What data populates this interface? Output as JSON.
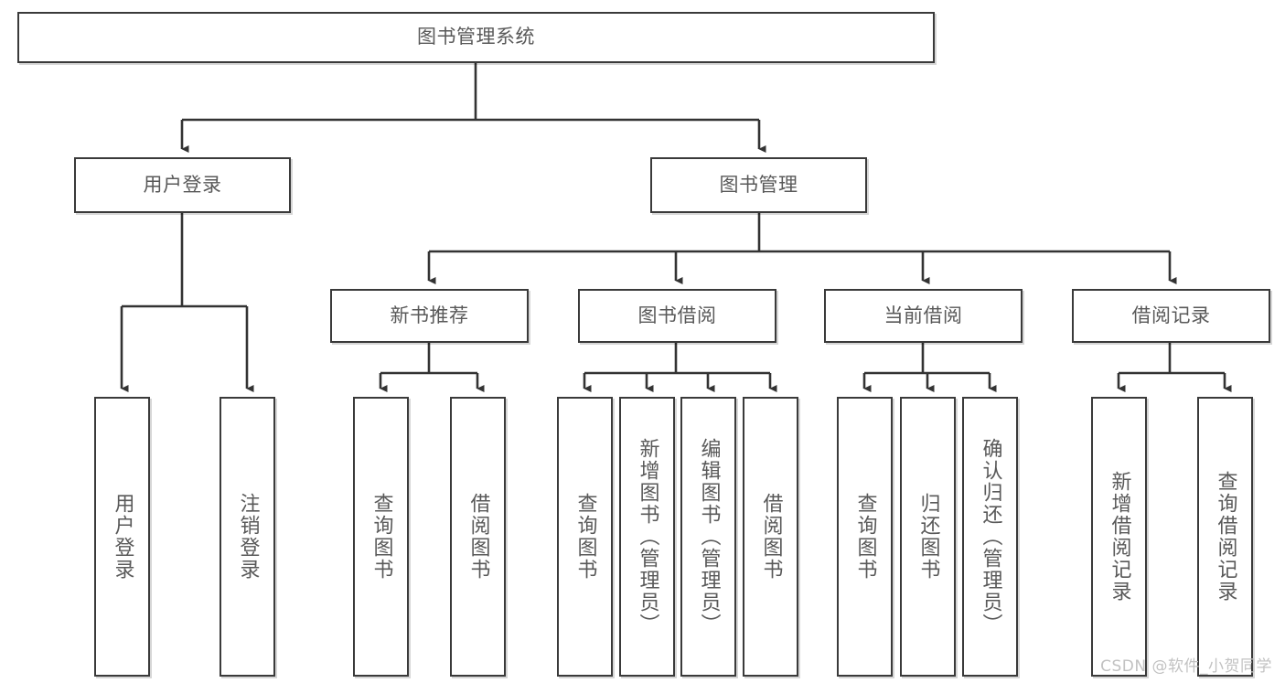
{
  "diagram": {
    "title": "图书管理系统",
    "type": "tree-hierarchy",
    "watermark": "CSDN @软件_小贺同学",
    "colors": {
      "background": "#ffffff",
      "box_border": "#3a3a3a",
      "box_fill": "#ffffff",
      "text": "#595959",
      "edge": "#333333",
      "watermark": "#c2c2c2"
    },
    "nodes": {
      "root": {
        "label": "图书管理系统"
      },
      "level2": [
        {
          "id": "user-login",
          "label": "用户登录"
        },
        {
          "id": "book-manage",
          "label": "图书管理"
        }
      ],
      "level3": [
        {
          "id": "new-book-recommend",
          "label": "新书推荐"
        },
        {
          "id": "book-borrow",
          "label": "图书借阅"
        },
        {
          "id": "current-borrow",
          "label": "当前借阅"
        },
        {
          "id": "borrow-record",
          "label": "借阅记录"
        }
      ],
      "leaves": {
        "user-login": [
          {
            "id": "leaf-user-login",
            "label": "用户登录"
          },
          {
            "id": "leaf-logout-login",
            "label": "注销登录"
          }
        ],
        "new-book-recommend": [
          {
            "id": "leaf-query-book-1",
            "label": "查询图书"
          },
          {
            "id": "leaf-borrow-book-1",
            "label": "借阅图书"
          }
        ],
        "book-borrow": [
          {
            "id": "leaf-query-book-2",
            "label": "查询图书"
          },
          {
            "id": "leaf-add-book",
            "label": "新增图书（管理员）"
          },
          {
            "id": "leaf-edit-book",
            "label": "编辑图书（管理员）"
          },
          {
            "id": "leaf-borrow-book-2",
            "label": "借阅图书"
          }
        ],
        "current-borrow": [
          {
            "id": "leaf-query-book-3",
            "label": "查询图书"
          },
          {
            "id": "leaf-return-book",
            "label": "归还图书"
          },
          {
            "id": "leaf-confirm-return",
            "label": "确认归还（管理员）"
          }
        ],
        "borrow-record": [
          {
            "id": "leaf-add-record",
            "label": "新增借阅记录"
          },
          {
            "id": "leaf-query-record",
            "label": "查询借阅记录"
          }
        ]
      }
    }
  }
}
